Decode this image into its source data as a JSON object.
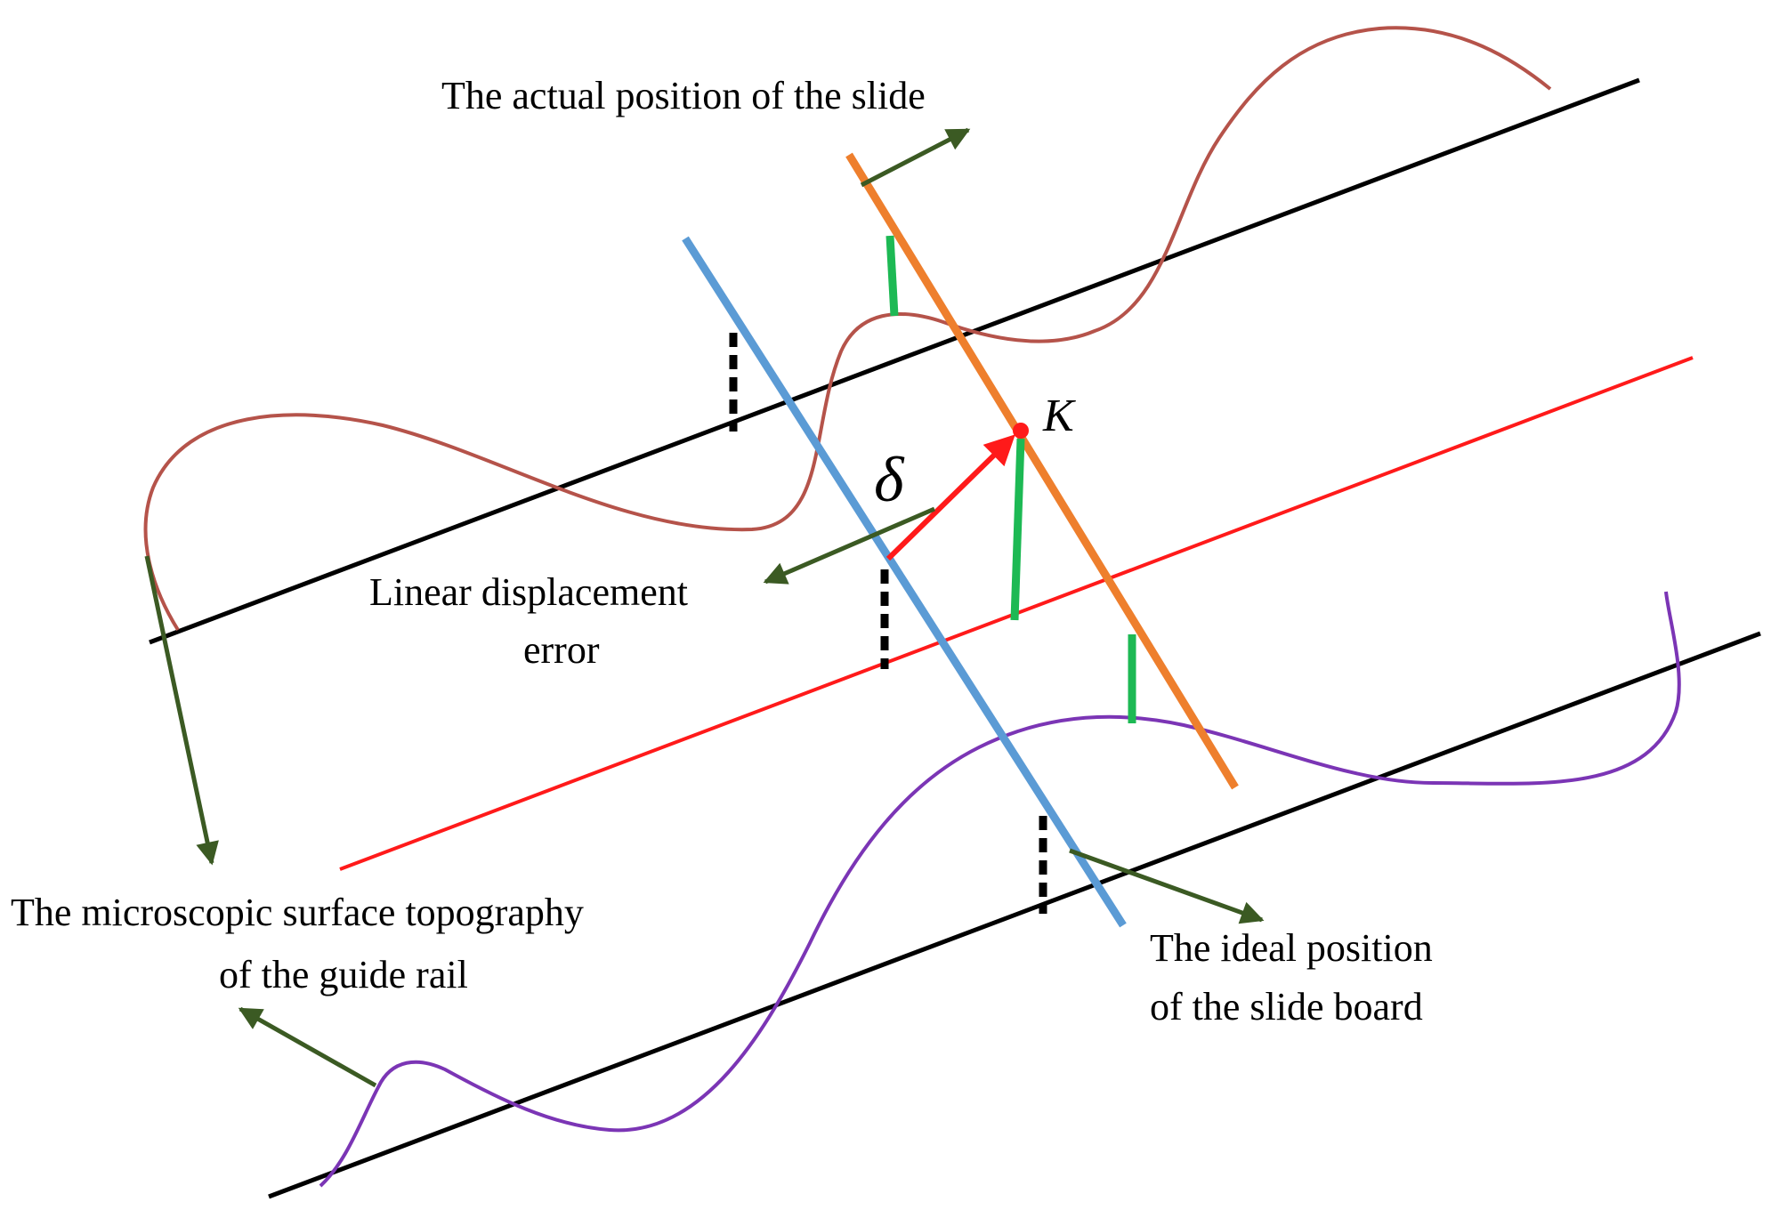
{
  "diagram": {
    "labels": {
      "actual_position": "The actual position of the slide",
      "linear_displacement_1": "Linear displacement",
      "linear_displacement_2": "error",
      "surface_topography_1": "The microscopic surface topography",
      "surface_topography_2": "of the guide rail",
      "ideal_position_1": "The ideal position",
      "ideal_position_2": "of the slide board",
      "point_k": "K",
      "delta": "δ"
    },
    "colors": {
      "guide_rail": "#000000",
      "upper_profile": "#b5534a",
      "lower_profile": "#7b35b5",
      "center_line": "#ff1a1a",
      "ideal_slide": "#5b9bd5",
      "actual_slide": "#ee7f2d",
      "deviation_marker": "#1db954",
      "pointer_arrow": "#3b5a23",
      "displacement_vector": "#ff1a1a"
    }
  }
}
